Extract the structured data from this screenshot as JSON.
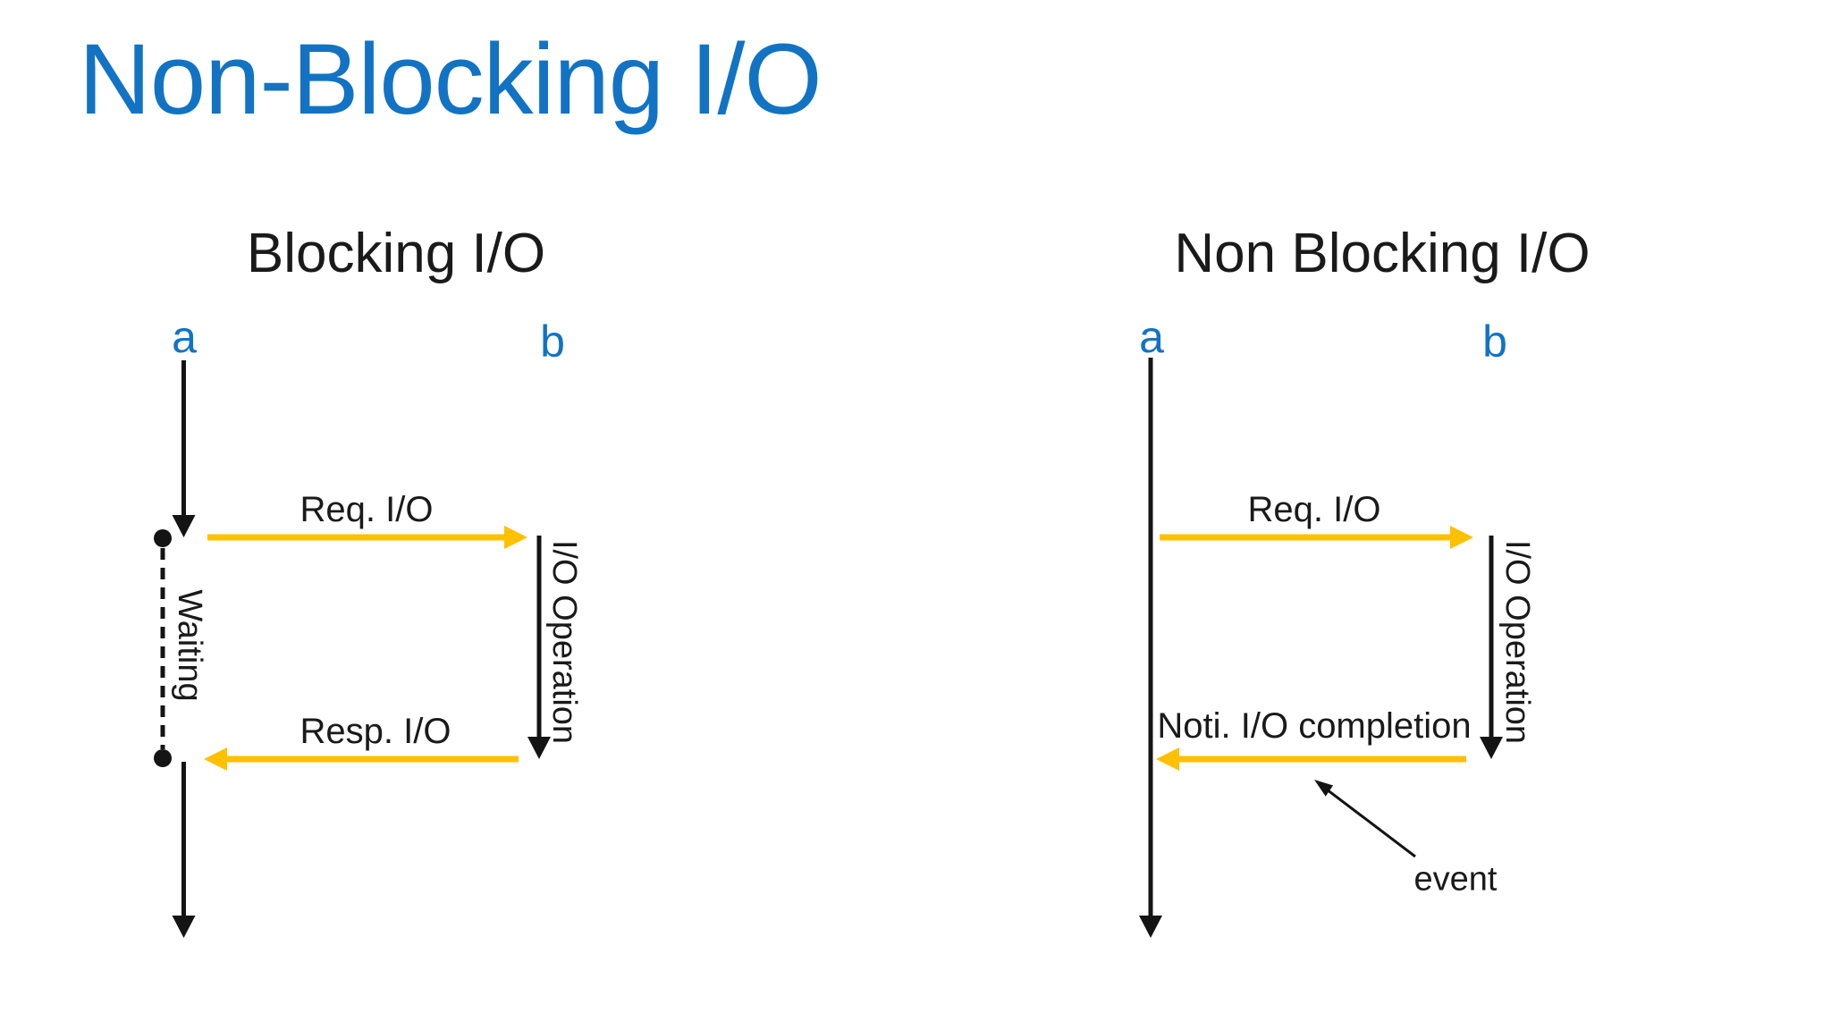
{
  "slide": {
    "title": "Non-Blocking I/O"
  },
  "colors": {
    "accent_blue": "#1273C4",
    "arrow_yellow": "#FFC000",
    "line_black": "#141414",
    "background": "#FFFFFF"
  },
  "left_diagram": {
    "heading": "Blocking I/O",
    "actor_a": "a",
    "actor_b": "b",
    "request_label": "Req. I/O",
    "response_label": "Resp. I/O",
    "waiting_label": "Waiting",
    "operation_label": "I/O Operation"
  },
  "right_diagram": {
    "heading": "Non Blocking I/O",
    "actor_a": "a",
    "actor_b": "b",
    "request_label": "Req. I/O",
    "notification_label": "Noti. I/O completion",
    "operation_label": "I/O Operation",
    "event_label": "event"
  }
}
